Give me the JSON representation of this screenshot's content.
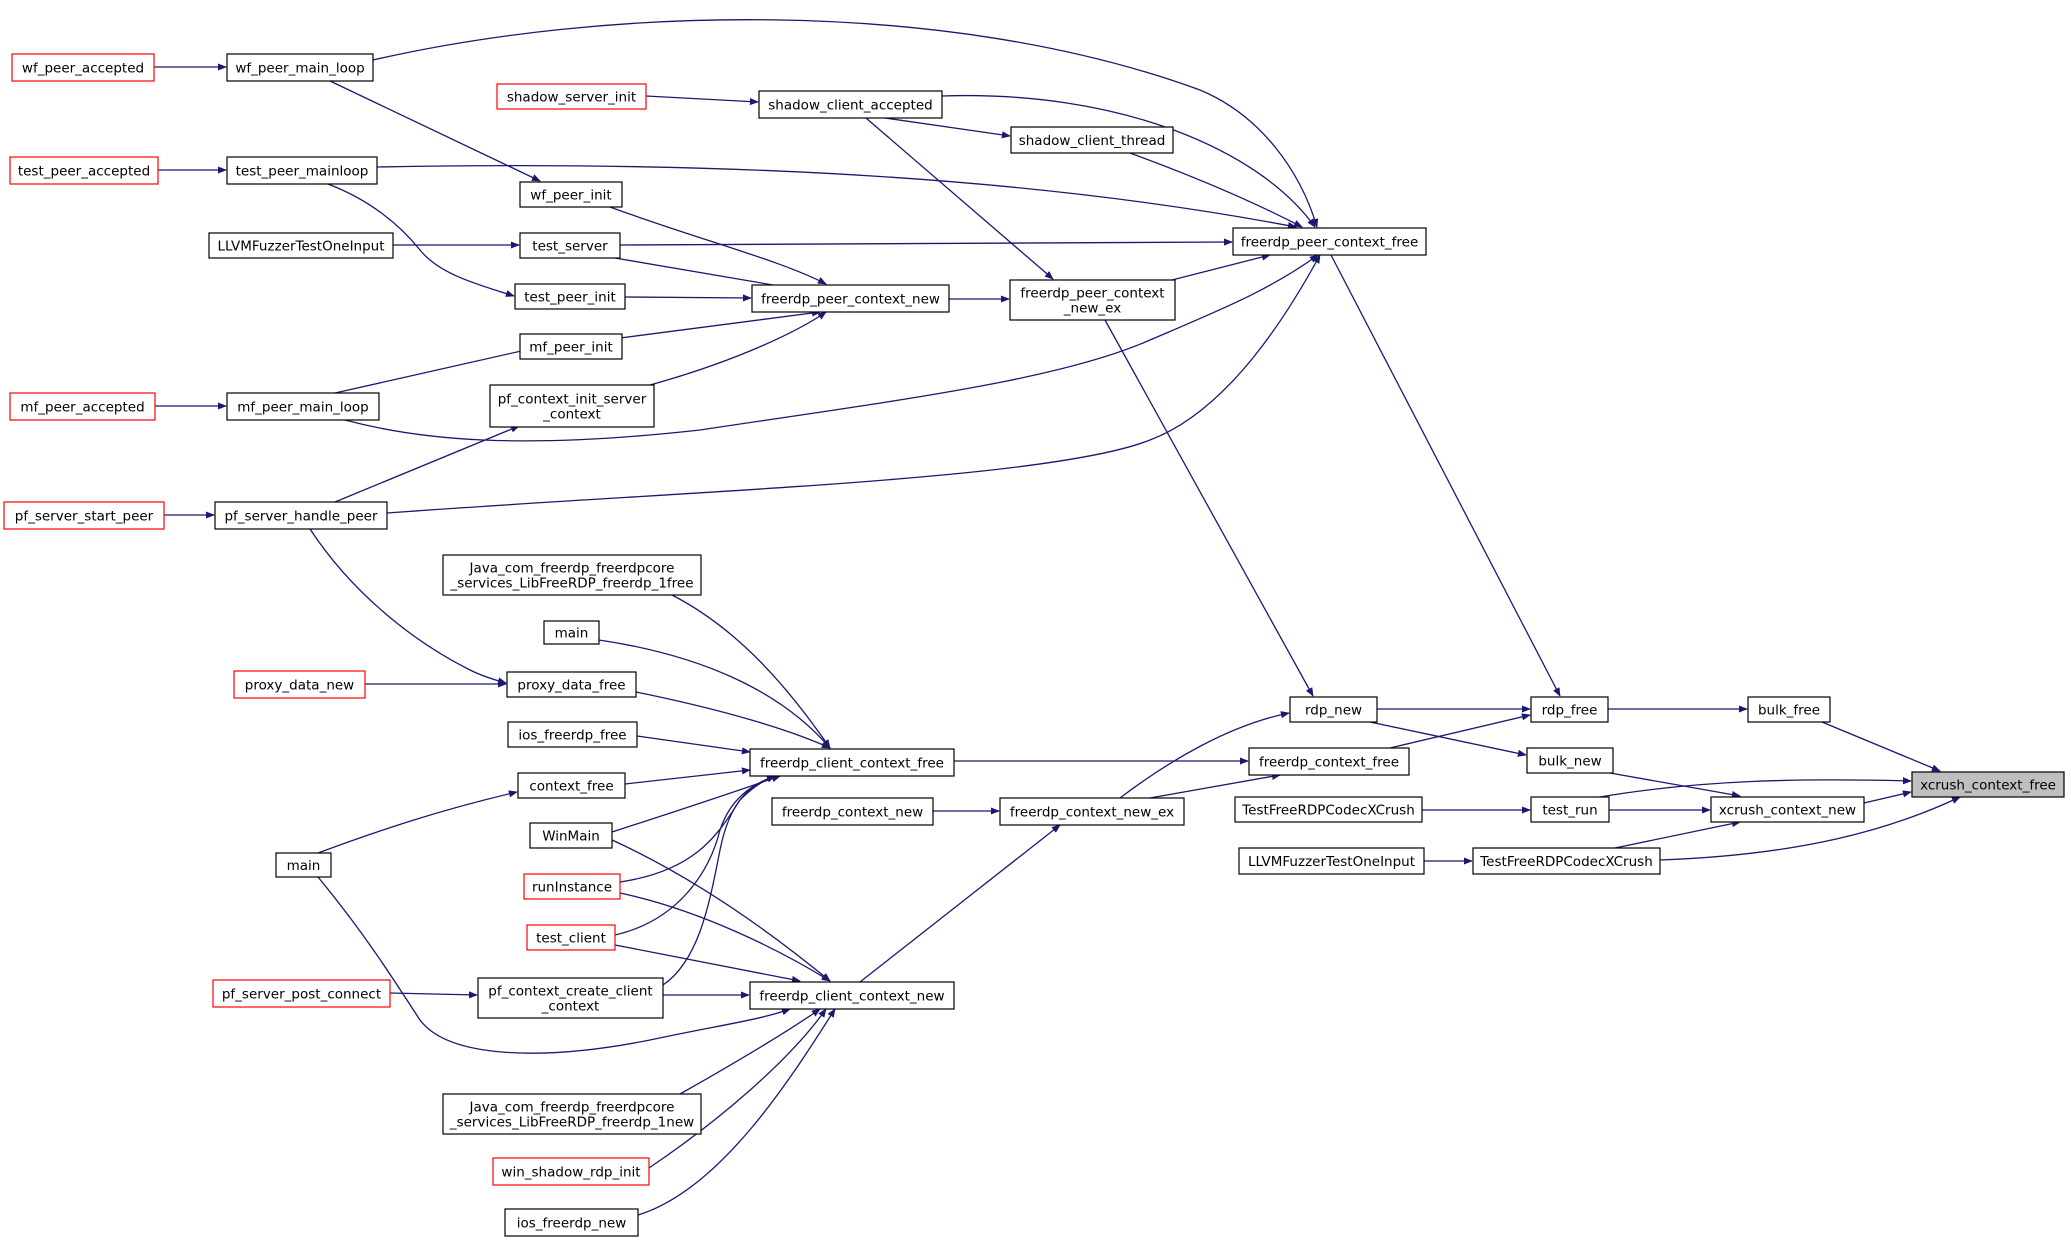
{
  "diagram": {
    "type": "call-graph",
    "colors": {
      "edge": "#191970",
      "border_default": "#000000",
      "border_truncated": "#ff0000",
      "focus_fill": "#bfbfbf",
      "node_fill": "#ffffff"
    },
    "nodes": [
      {
        "id": "wf_peer_accepted",
        "lines": [
          "wf_peer_accepted"
        ],
        "style": "truncated"
      },
      {
        "id": "wf_peer_main_loop",
        "lines": [
          "wf_peer_main_loop"
        ],
        "style": "normal"
      },
      {
        "id": "shadow_server_init",
        "lines": [
          "shadow_server_init"
        ],
        "style": "truncated"
      },
      {
        "id": "shadow_client_accepted",
        "lines": [
          "shadow_client_accepted"
        ],
        "style": "normal"
      },
      {
        "id": "shadow_client_thread",
        "lines": [
          "shadow_client_thread"
        ],
        "style": "normal"
      },
      {
        "id": "test_peer_accepted",
        "lines": [
          "test_peer_accepted"
        ],
        "style": "truncated"
      },
      {
        "id": "test_peer_mainloop",
        "lines": [
          "test_peer_mainloop"
        ],
        "style": "normal"
      },
      {
        "id": "wf_peer_init",
        "lines": [
          "wf_peer_init"
        ],
        "style": "normal"
      },
      {
        "id": "LLVMFuzzerTestOneInput_a",
        "lines": [
          "LLVMFuzzerTestOneInput"
        ],
        "style": "normal"
      },
      {
        "id": "test_server",
        "lines": [
          "test_server"
        ],
        "style": "normal"
      },
      {
        "id": "freerdp_peer_context_free",
        "lines": [
          "freerdp_peer_context_free"
        ],
        "style": "normal"
      },
      {
        "id": "test_peer_init",
        "lines": [
          "test_peer_init"
        ],
        "style": "normal"
      },
      {
        "id": "freerdp_peer_context_new",
        "lines": [
          "freerdp_peer_context_new"
        ],
        "style": "normal"
      },
      {
        "id": "freerdp_peer_context_new_ex",
        "lines": [
          "freerdp_peer_context",
          "_new_ex"
        ],
        "style": "normal"
      },
      {
        "id": "mf_peer_init",
        "lines": [
          "mf_peer_init"
        ],
        "style": "normal"
      },
      {
        "id": "mf_peer_accepted",
        "lines": [
          "mf_peer_accepted"
        ],
        "style": "truncated"
      },
      {
        "id": "mf_peer_main_loop",
        "lines": [
          "mf_peer_main_loop"
        ],
        "style": "normal"
      },
      {
        "id": "pf_context_init_server_context",
        "lines": [
          "pf_context_init_server",
          "_context"
        ],
        "style": "normal"
      },
      {
        "id": "pf_server_start_peer",
        "lines": [
          "pf_server_start_peer"
        ],
        "style": "truncated"
      },
      {
        "id": "pf_server_handle_peer",
        "lines": [
          "pf_server_handle_peer"
        ],
        "style": "normal"
      },
      {
        "id": "java_free",
        "lines": [
          "Java_com_freerdp_freerdpcore",
          "_services_LibFreeRDP_freerdp_1free"
        ],
        "style": "normal"
      },
      {
        "id": "main_a",
        "lines": [
          "main"
        ],
        "style": "normal"
      },
      {
        "id": "proxy_data_new",
        "lines": [
          "proxy_data_new"
        ],
        "style": "truncated"
      },
      {
        "id": "proxy_data_free",
        "lines": [
          "proxy_data_free"
        ],
        "style": "normal"
      },
      {
        "id": "ios_freerdp_free",
        "lines": [
          "ios_freerdp_free"
        ],
        "style": "normal"
      },
      {
        "id": "freerdp_client_context_free",
        "lines": [
          "freerdp_client_context_free"
        ],
        "style": "normal"
      },
      {
        "id": "context_free",
        "lines": [
          "context_free"
        ],
        "style": "normal"
      },
      {
        "id": "rdp_new",
        "lines": [
          "rdp_new"
        ],
        "style": "normal"
      },
      {
        "id": "rdp_free",
        "lines": [
          "rdp_free"
        ],
        "style": "normal"
      },
      {
        "id": "bulk_free",
        "lines": [
          "bulk_free"
        ],
        "style": "normal"
      },
      {
        "id": "freerdp_context_free",
        "lines": [
          "freerdp_context_free"
        ],
        "style": "normal"
      },
      {
        "id": "bulk_new",
        "lines": [
          "bulk_new"
        ],
        "style": "normal"
      },
      {
        "id": "xcrush_context_free",
        "lines": [
          "xcrush_context_free"
        ],
        "style": "focus"
      },
      {
        "id": "freerdp_context_new",
        "lines": [
          "freerdp_context_new"
        ],
        "style": "normal"
      },
      {
        "id": "freerdp_context_new_ex",
        "lines": [
          "freerdp_context_new_ex"
        ],
        "style": "normal"
      },
      {
        "id": "TestFreeRDPCodecXCrush_a",
        "lines": [
          "TestFreeRDPCodecXCrush"
        ],
        "style": "normal"
      },
      {
        "id": "test_run",
        "lines": [
          "test_run"
        ],
        "style": "normal"
      },
      {
        "id": "xcrush_context_new",
        "lines": [
          "xcrush_context_new"
        ],
        "style": "normal"
      },
      {
        "id": "WinMain",
        "lines": [
          "WinMain"
        ],
        "style": "normal"
      },
      {
        "id": "main_b",
        "lines": [
          "main"
        ],
        "style": "normal"
      },
      {
        "id": "LLVMFuzzerTestOneInput_b",
        "lines": [
          "LLVMFuzzerTestOneInput"
        ],
        "style": "normal"
      },
      {
        "id": "TestFreeRDPCodecXCrush_b",
        "lines": [
          "TestFreeRDPCodecXCrush"
        ],
        "style": "normal"
      },
      {
        "id": "runInstance",
        "lines": [
          "runInstance"
        ],
        "style": "truncated"
      },
      {
        "id": "test_client",
        "lines": [
          "test_client"
        ],
        "style": "truncated"
      },
      {
        "id": "pf_server_post_connect",
        "lines": [
          "pf_server_post_connect"
        ],
        "style": "truncated"
      },
      {
        "id": "pf_context_create_client_context",
        "lines": [
          "pf_context_create_client",
          "_context"
        ],
        "style": "normal"
      },
      {
        "id": "freerdp_client_context_new",
        "lines": [
          "freerdp_client_context_new"
        ],
        "style": "normal"
      },
      {
        "id": "java_new",
        "lines": [
          "Java_com_freerdp_freerdpcore",
          "_services_LibFreeRDP_freerdp_1new"
        ],
        "style": "normal"
      },
      {
        "id": "win_shadow_rdp_init",
        "lines": [
          "win_shadow_rdp_init"
        ],
        "style": "truncated"
      },
      {
        "id": "ios_freerdp_new",
        "lines": [
          "ios_freerdp_new"
        ],
        "style": "normal"
      }
    ]
  }
}
